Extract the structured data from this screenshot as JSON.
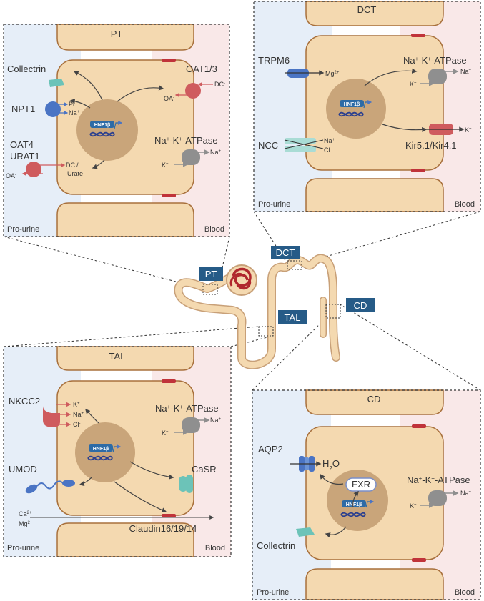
{
  "panels": {
    "pt": {
      "title": "PT",
      "pro_urine": "Pro-urine",
      "blood": "Blood",
      "transporters": {
        "collectrin": "Collectrin",
        "npt1": "NPT1",
        "pi": "Pi",
        "na": "Na",
        "oat4": "OAT4",
        "urat1": "URAT1",
        "dc_urate_1": "DC",
        "dc_urate_2": "Urate",
        "oa_left": "OA",
        "oat13": "OAT1/3",
        "dc_right": "DC",
        "oa_right": "OA",
        "nak_atpase": "Na+-K+-ATPase",
        "na_out": "Na",
        "k_in": "K"
      },
      "nucleus": "HNF1β"
    },
    "dct": {
      "title": "DCT",
      "pro_urine": "Pro-urine",
      "blood": "Blood",
      "transporters": {
        "trpm6": "TRPM6",
        "mg": "Mg",
        "ncc": "NCC",
        "na": "Na",
        "cl": "Cl",
        "nak_atpase": "Na+-K+-ATPase",
        "na_out": "Na",
        "k_in": "K",
        "kir": "Kir5.1/Kir4.1",
        "k_out": "K"
      },
      "nucleus": "HNF1β"
    },
    "tal": {
      "title": "TAL",
      "pro_urine": "Pro-urine",
      "blood": "Blood",
      "transporters": {
        "nkcc2": "NKCC2",
        "k": "K",
        "na": "Na",
        "cl": "Cl",
        "nak_atpase": "Na+-K+-ATPase",
        "na_out": "Na",
        "k_in": "K",
        "umod": "UMOD",
        "casr": "CaSR",
        "ca": "Ca",
        "mg": "Mg",
        "claudin": "Claudin16/19/14"
      },
      "nucleus": "HNF1β"
    },
    "cd": {
      "title": "CD",
      "pro_urine": "Pro-urine",
      "blood": "Blood",
      "transporters": {
        "aqp2": "AQP2",
        "h2o": "H",
        "fxr": "FXR",
        "nak_atpase": "Na+-K+-ATPase",
        "na_out": "Na",
        "k_in": "K",
        "collectrin": "Collectrin"
      },
      "nucleus": "HNF1β"
    }
  },
  "nephron_labels": {
    "pt": "PT",
    "dct": "DCT",
    "tal": "TAL",
    "cd": "CD"
  },
  "colors": {
    "cell": "#f4d9b0",
    "cell_border": "#a8703c",
    "nucleus": "#c9a57a",
    "pro_urine_bg": "#e6eef8",
    "blood_bg": "#f9e8e8",
    "label_bg": "#265b87",
    "junction": "#c0333a",
    "blue": "#4a74c4",
    "red": "#cf5b5e",
    "grey": "#8f8f8f",
    "teal": "#6cc3b8"
  }
}
